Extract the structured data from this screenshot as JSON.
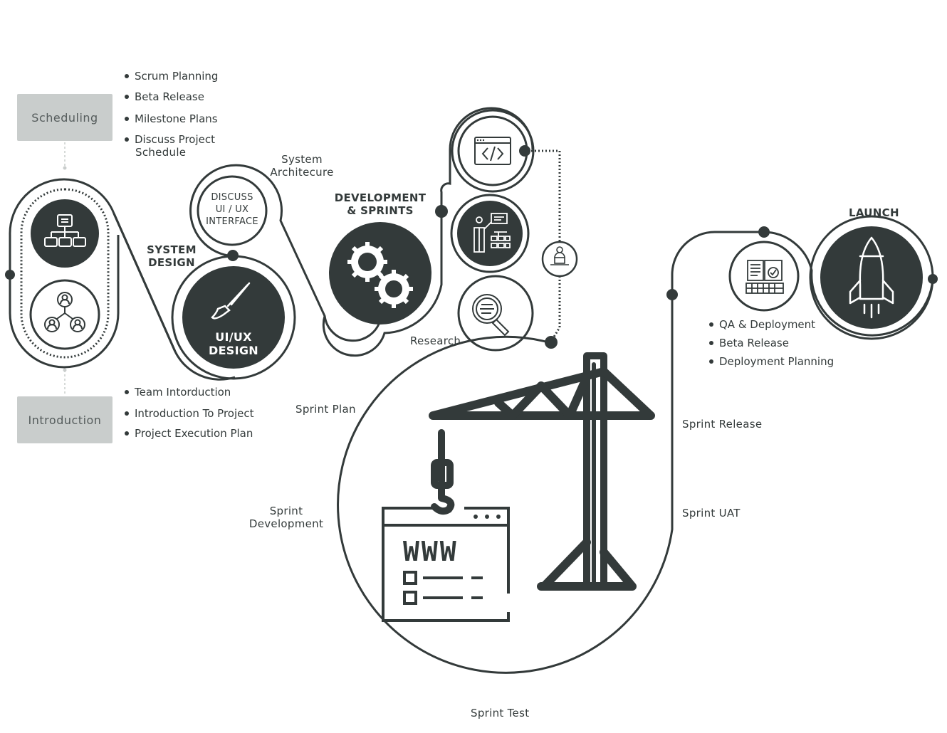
{
  "scheduling": {
    "tag": "Scheduling",
    "items": [
      "Scrum Planning",
      "Beta Release",
      "Milestone Plans",
      "Discuss Project",
      "Schedule"
    ]
  },
  "introduction": {
    "tag": "Introduction",
    "items": [
      "Team Intorduction",
      "Introduction To Project",
      "Project Execution Plan"
    ]
  },
  "system_design": {
    "line1": "SYSTEM",
    "line2": "DESIGN"
  },
  "discuss": {
    "line1": "DISCUSS",
    "line2": "UI / UX",
    "line3": "INTERFACE"
  },
  "system_architecture": {
    "line1": "System",
    "line2": "Architecure"
  },
  "uiux": {
    "line1": "UI/UX",
    "line2": "DESIGN"
  },
  "development": {
    "line1": "DEVELOPMENT",
    "line2": "& SPRINTS"
  },
  "research": "Research",
  "launch": {
    "title": "LAUNCH",
    "items": [
      "QA & Deployment",
      "Beta Release",
      "Deployment Planning"
    ]
  },
  "sprint": {
    "plan": "Sprint Plan",
    "development_1": "Sprint",
    "development_2": "Development",
    "test": "Sprint Test",
    "release": "Sprint Release",
    "uat": "Sprint UAT"
  },
  "website": {
    "www": "WWW"
  },
  "colors": {
    "dark": "#333a3a",
    "tag_bg": "#c9cdcc",
    "bg": "#ffffff"
  }
}
